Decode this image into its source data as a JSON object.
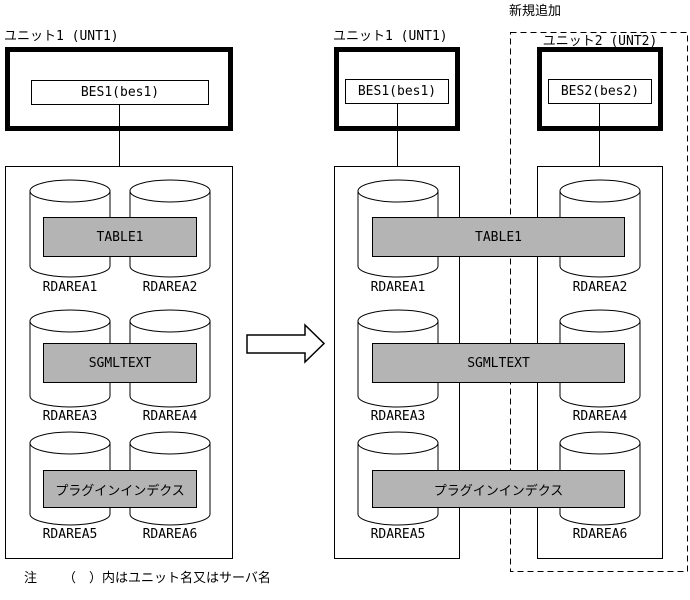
{
  "before": {
    "unit_label": "ユニット1 (UNT1)",
    "server_label": "BES1(bes1)",
    "bands": [
      "TABLE1",
      "SGMLTEXT",
      "プラグインインデクス"
    ],
    "rdareas": [
      "RDAREA1",
      "RDAREA2",
      "RDAREA3",
      "RDAREA4",
      "RDAREA5",
      "RDAREA6"
    ]
  },
  "after": {
    "unit1": {
      "unit_label": "ユニット1 (UNT1)",
      "server_label": "BES1(bes1)",
      "rdareas": [
        "RDAREA1",
        "RDAREA3",
        "RDAREA5"
      ]
    },
    "unit2": {
      "unit_label": "ユニット2 (UNT2)",
      "server_label": "BES2(bes2)",
      "annotation": "新規追加",
      "rdareas": [
        "RDAREA2",
        "RDAREA4",
        "RDAREA6"
      ]
    },
    "bands": [
      "TABLE1",
      "SGMLTEXT",
      "プラグインインデクス"
    ]
  },
  "note": {
    "label": "注",
    "text": "（　）内はユニット名又はサーバ名"
  },
  "colors": {
    "line": "#000000",
    "band_fill": "#b4b4b4",
    "background": "#ffffff"
  }
}
